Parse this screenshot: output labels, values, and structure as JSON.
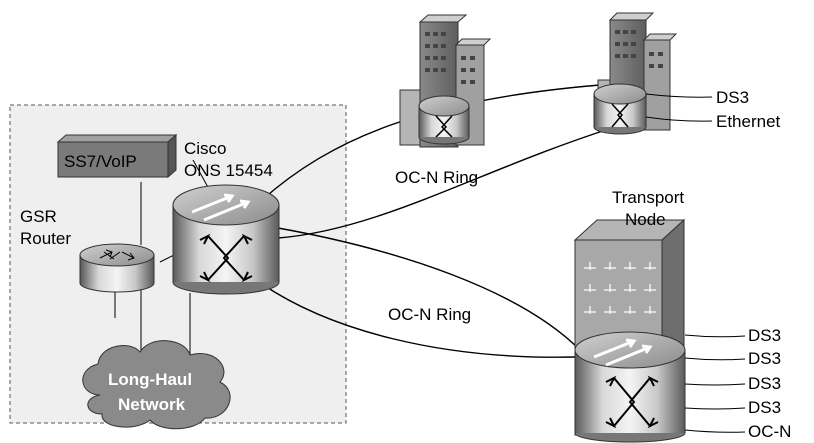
{
  "labels": {
    "ss7_voip": "SS7/VoIP",
    "cisco_line1": "Cisco",
    "cisco_line2": "ONS 15454",
    "gsr_line1": "GSR",
    "gsr_line2": "Router",
    "ring_top": "OC-N Ring",
    "ring_bottom": "OC-N Ring",
    "longhaul_line1": "Long-Haul",
    "longhaul_line2": "Network",
    "transport_line1": "Transport",
    "transport_line2": "Node"
  },
  "right_building_ports": [
    "DS3",
    "Ethernet"
  ],
  "transport_ports": [
    "DS3",
    "DS3",
    "DS3",
    "DS3",
    "OC-N"
  ],
  "colors": {
    "box_dashed_fill": "#efefef",
    "ss7_box": "#7a7a7a",
    "cloud": "#8a8a8a",
    "building_dark": "#6e6e6e",
    "building_light": "#b5b5b5",
    "node_body": "#b0b0b0"
  }
}
